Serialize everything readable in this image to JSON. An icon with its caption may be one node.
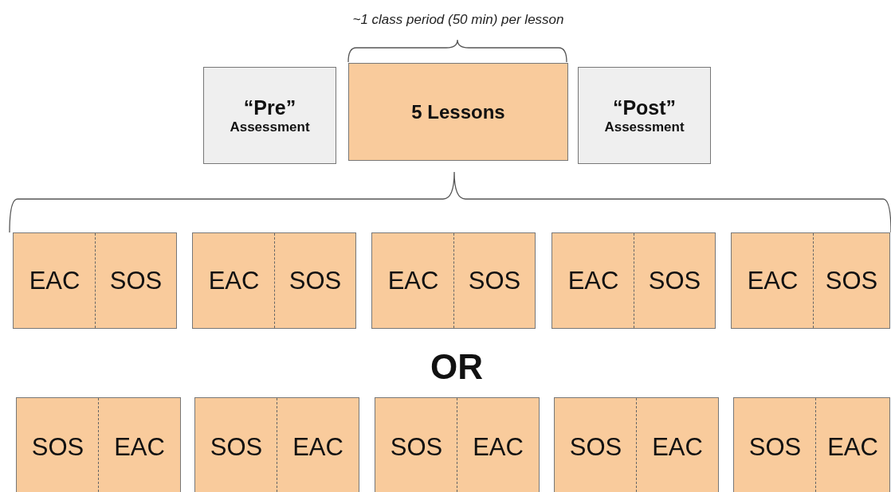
{
  "diagram": {
    "nodes": [
      {
        "text": [
          "“Pre”",
          "Assessment"
        ]
      },
      {
        "text": [
          "5 Lessons"
        ],
        "beside": [
          "~1 class period (50 min) per lesson"
        ]
      },
      {
        "text": [
          "“Post”",
          "Assessment"
        ]
      },
      {
        "text": [
          "EAC",
          "SOS"
        ]
      },
      {
        "text": [
          "EAC",
          "SOS"
        ]
      },
      {
        "text": [
          "EAC",
          "SOS"
        ]
      },
      {
        "text": [
          "EAC",
          "SOS"
        ]
      },
      {
        "text": [
          "EAC",
          "SOS"
        ]
      },
      {
        "text": [
          "SOS",
          "EAC"
        ]
      },
      {
        "text": [
          "SOS",
          "EAC"
        ]
      },
      {
        "text": [
          "SOS",
          "EAC"
        ]
      },
      {
        "text": [
          "SOS",
          "EAC"
        ]
      },
      {
        "text": [
          "SOS",
          "EAC"
        ]
      }
    ],
    "edges": [],
    "labels": [
      "OR"
    ]
  }
}
